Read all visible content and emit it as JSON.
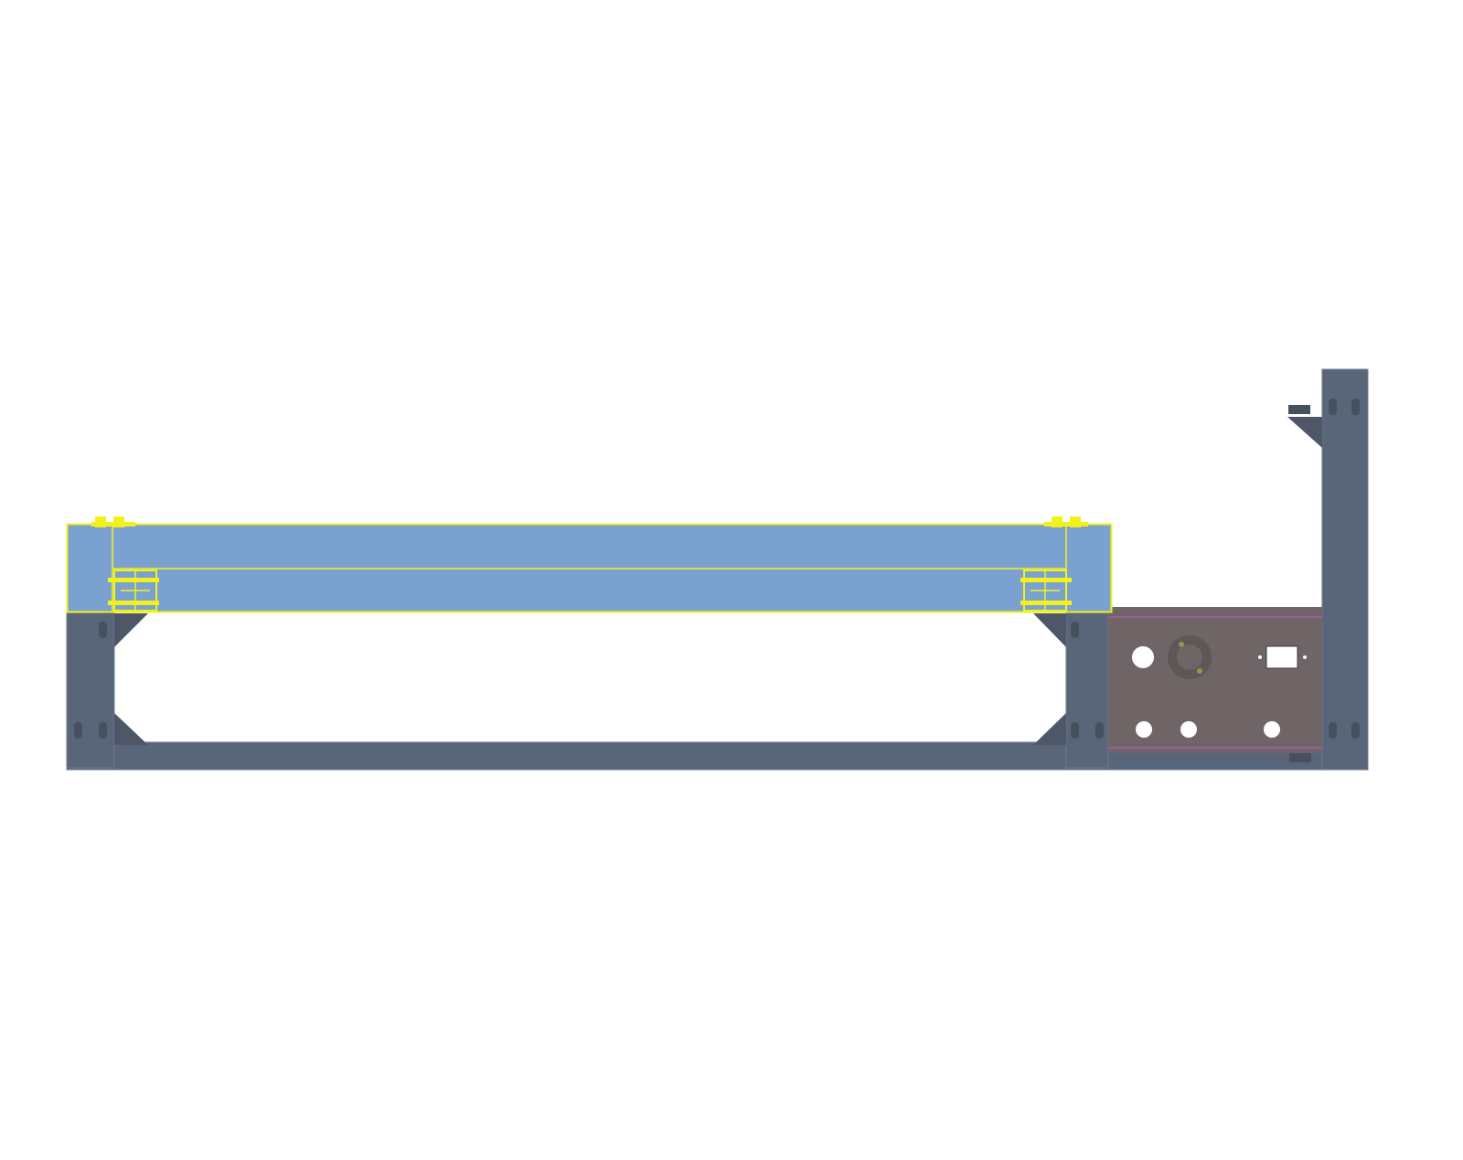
{
  "colors": {
    "background": "#ffffff",
    "frame_steel": "#596679",
    "frame_steel_dark": "#46505f",
    "frame_edge": "#6f7b8c",
    "gusset": "#4d5768",
    "selected_fill": "#7ba1d1",
    "selection_highlight": "#f2f21a",
    "control_panel": "#6f6466",
    "control_panel_trim": "#9a5f9a",
    "panel_hole": "#ffffff",
    "panel_ring": "#5f5657",
    "panel_marker": "#8e9a44"
  },
  "icons": {
    "hole": "circle-cutout-icon",
    "switch_cutout": "rectangle-cutout-icon",
    "gland": "ring-connector-icon",
    "bolt": "bolt-icon"
  },
  "model": {
    "selected_part": "upper-horizontal-beam",
    "control_panel_holes": 5,
    "control_panel_rect_cutouts": 1
  }
}
